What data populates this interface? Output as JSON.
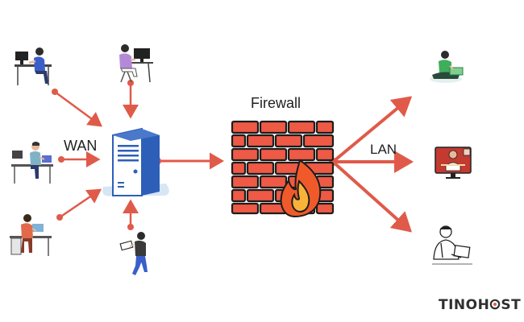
{
  "labels": {
    "firewall": "Firewall",
    "wan": "WAN",
    "lan": "LAN"
  },
  "brand": {
    "part1": "TINOH",
    "part2": "ST"
  },
  "colors": {
    "arrow": "#e05a4a",
    "brick": "#ee5a45",
    "flame_outer": "#f05a2a",
    "flame_inner": "#f8b238",
    "server_blue": "#2e5fb8"
  },
  "icons": {
    "wan_users": [
      "desk-user-icon",
      "laptop-user-icon",
      "desk-worker-icon",
      "office-worker-icon",
      "walking-laptop-user-icon"
    ],
    "lan_users": [
      "meditating-laptop-user-icon",
      "video-call-monitor-icon",
      "man-with-laptop-icon"
    ],
    "center": [
      "server-icon",
      "firewall-icon"
    ]
  }
}
